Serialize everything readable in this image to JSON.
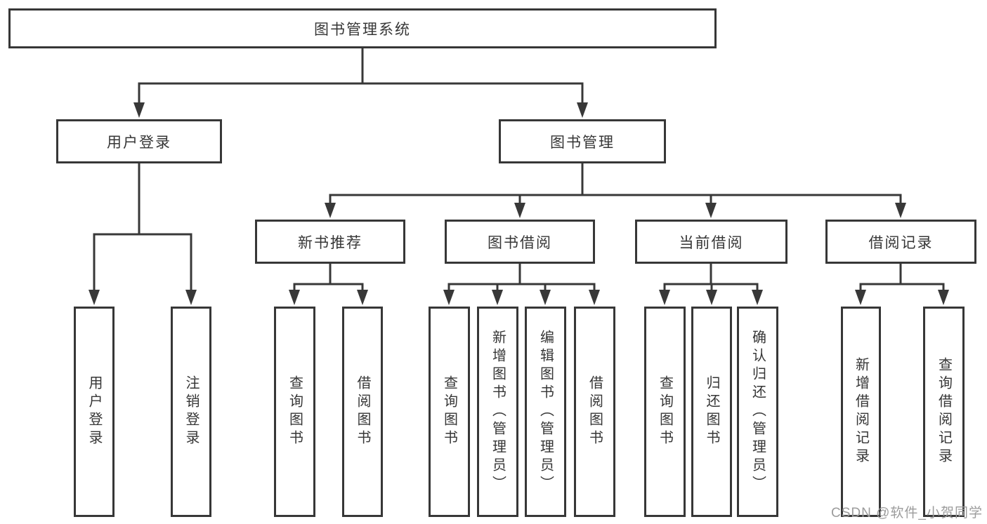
{
  "tree": {
    "root": {
      "label": "图书管理系统",
      "children": [
        {
          "label": "用户登录",
          "children": [
            {
              "label": "用户登录"
            },
            {
              "label": "注销登录"
            }
          ]
        },
        {
          "label": "图书管理",
          "children": [
            {
              "label": "新书推荐",
              "children": [
                {
                  "label": "查询图书"
                },
                {
                  "label": "借阅图书"
                }
              ]
            },
            {
              "label": "图书借阅",
              "children": [
                {
                  "label": "查询图书"
                },
                {
                  "label": "新增图书（管理员）"
                },
                {
                  "label": "编辑图书（管理员）"
                },
                {
                  "label": "借阅图书"
                }
              ]
            },
            {
              "label": "当前借阅",
              "children": [
                {
                  "label": "查询图书"
                },
                {
                  "label": "归还图书"
                },
                {
                  "label": "确认归还（管理员）"
                }
              ]
            },
            {
              "label": "借阅记录",
              "children": [
                {
                  "label": "新增借阅记录"
                },
                {
                  "label": "查询借阅记录"
                }
              ]
            }
          ]
        }
      ]
    }
  },
  "watermark": {
    "text": "CSDN @软件_小贺同学"
  },
  "colors": {
    "line": "#383838",
    "box_border": "#373737",
    "text": "#363636",
    "watermark": "#9c9c9c"
  }
}
